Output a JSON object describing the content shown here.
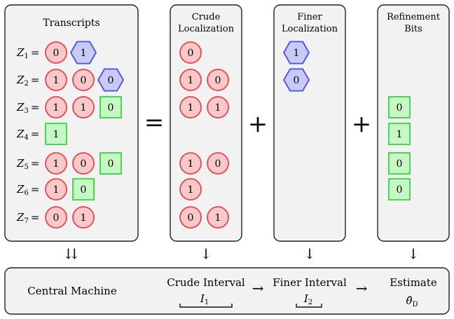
{
  "panels": {
    "transcripts": {
      "title": "Transcripts"
    },
    "crude": {
      "title_line1": "Crude",
      "title_line2": "Localization"
    },
    "finer": {
      "title_line1": "Finer",
      "title_line2": "Localization"
    },
    "refinement": {
      "title_line1": "Refinement",
      "title_line2": "Bits"
    }
  },
  "transcripts": [
    {
      "label": "Z",
      "sub": "1",
      "bits": [
        {
          "shape": "circle",
          "v": "0"
        },
        {
          "shape": "hex",
          "v": "1"
        }
      ]
    },
    {
      "label": "Z",
      "sub": "2",
      "bits": [
        {
          "shape": "circle",
          "v": "1"
        },
        {
          "shape": "circle",
          "v": "0"
        },
        {
          "shape": "hex",
          "v": "0"
        }
      ]
    },
    {
      "label": "Z",
      "sub": "3",
      "bits": [
        {
          "shape": "circle",
          "v": "1"
        },
        {
          "shape": "circle",
          "v": "1"
        },
        {
          "shape": "square",
          "v": "0"
        }
      ]
    },
    {
      "label": "Z",
      "sub": "4",
      "bits": [
        {
          "shape": "square",
          "v": "1"
        }
      ]
    },
    {
      "label": "Z",
      "sub": "5",
      "bits": [
        {
          "shape": "circle",
          "v": "1"
        },
        {
          "shape": "circle",
          "v": "0"
        },
        {
          "shape": "square",
          "v": "0"
        }
      ]
    },
    {
      "label": "Z",
      "sub": "6",
      "bits": [
        {
          "shape": "circle",
          "v": "1"
        },
        {
          "shape": "square",
          "v": "0"
        }
      ]
    },
    {
      "label": "Z",
      "sub": "7",
      "bits": [
        {
          "shape": "circle",
          "v": "0"
        },
        {
          "shape": "circle",
          "v": "1"
        }
      ]
    }
  ],
  "crude_bits": [
    [
      "0"
    ],
    [
      "1",
      "0"
    ],
    [
      "1",
      "1"
    ],
    [],
    [
      "1",
      "0"
    ],
    [
      "1"
    ],
    [
      "0",
      "1"
    ]
  ],
  "finer_bits": [
    "1",
    "0"
  ],
  "refinement_bits": [
    "0",
    "1",
    "0",
    "0"
  ],
  "operators": {
    "equals": "=",
    "plus1": "+",
    "plus2": "+"
  },
  "arrows": {
    "transcripts": "⇊",
    "crude": "↓",
    "finer": "↓",
    "refinement": "↓",
    "mid1": "→",
    "mid2": "→"
  },
  "central": {
    "label": "Central Machine",
    "crude_interval": "Crude Interval",
    "crude_symbol": "I",
    "crude_sub": "1",
    "finer_interval": "Finer Interval",
    "finer_symbol": "I",
    "finer_sub": "2",
    "estimate": "Estimate",
    "estimate_symbol": "θ̂",
    "estimate_sub": "D"
  },
  "colors": {
    "circle_fill": "#f9c9c9",
    "circle_stroke": "#e8454a",
    "hex_fill": "#c7c9f7",
    "hex_stroke": "#4a4ee8",
    "square_fill": "#c8f7c6",
    "square_stroke": "#38d444",
    "panel": "#f2f2f2"
  }
}
